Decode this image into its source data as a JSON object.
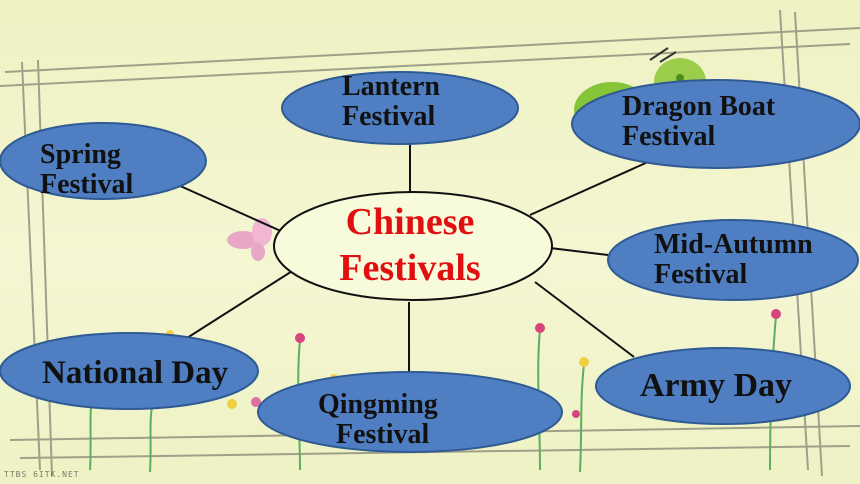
{
  "center": {
    "line1": "Chinese",
    "line2": "Festivals",
    "color": "#e01010"
  },
  "nodes": {
    "lantern": {
      "line1": "Lantern",
      "line2": "Festival"
    },
    "dragon_boat": {
      "line1": "Dragon Boat",
      "line2": "Festival"
    },
    "spring": {
      "line1": "Spring",
      "line2": "Festival"
    },
    "mid_autumn": {
      "line1": "Mid-Autumn",
      "line2": "Festival"
    },
    "national": {
      "line1": "National Day"
    },
    "qingming": {
      "line1": "Qingming",
      "line2": "Festival"
    },
    "army": {
      "line1": "Army Day"
    }
  },
  "colors": {
    "node_fill": "#4f7fc2",
    "node_stroke": "#2f5a94",
    "background": "#f1f3c9"
  },
  "watermark": "TTBS 6ITK.NET"
}
